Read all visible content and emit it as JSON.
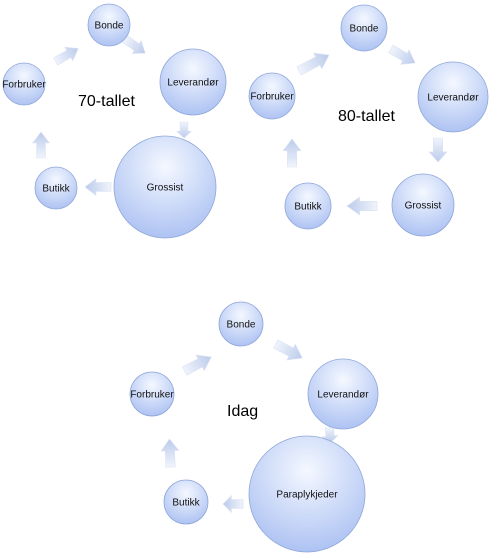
{
  "diagrams": [
    {
      "title": "70-tallet",
      "nodes": [
        "Bonde",
        "Leverandør",
        "Grossist",
        "Butikk",
        "Forbruker"
      ]
    },
    {
      "title": "80-tallet",
      "nodes": [
        "Bonde",
        "Leverandør",
        "Grossist",
        "Butikk",
        "Forbruker"
      ]
    },
    {
      "title": "Idag",
      "nodes": [
        "Bonde",
        "Leverandør",
        "Paraplykjeder",
        "Butikk",
        "Forbruker"
      ]
    }
  ],
  "colors": {
    "node_light": "#f4f8ff",
    "node_dark": "#a9bff2",
    "node_stroke": "#8ea6d8",
    "arrow_light": "#f0f4fc",
    "arrow_dark": "#bccbeb"
  }
}
